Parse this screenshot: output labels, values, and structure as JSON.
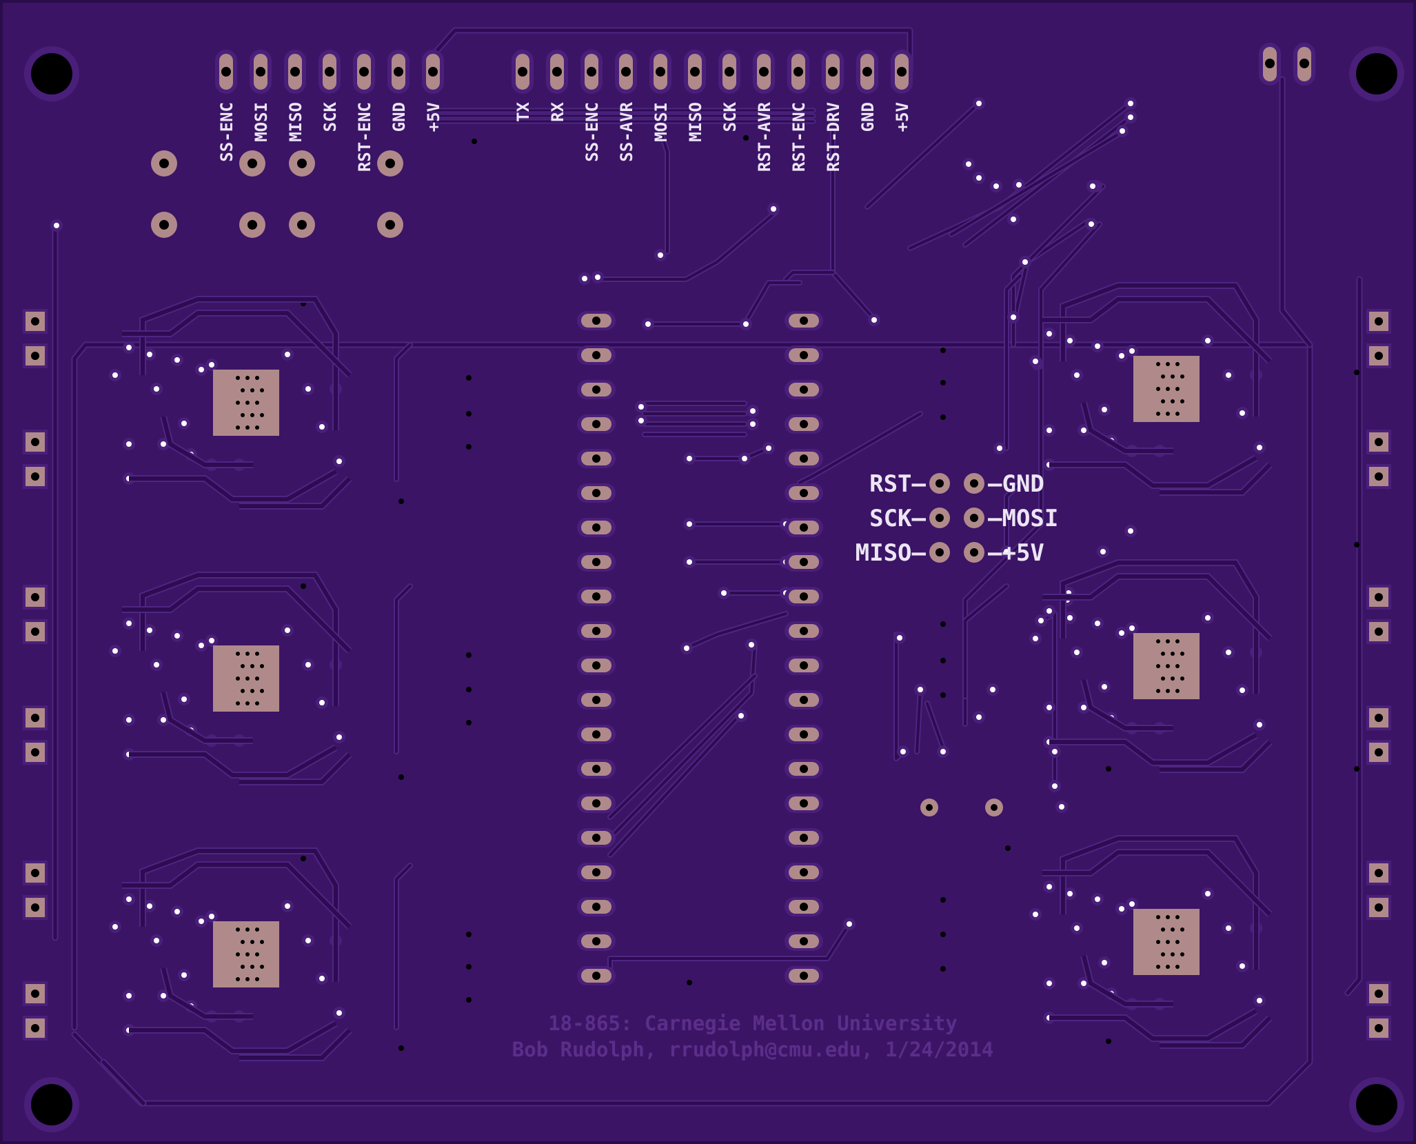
{
  "board": {
    "colors": {
      "substrate": "#3b1466",
      "copper_trace": "#2e0b52",
      "trace_edge": "#4e2682",
      "pad": "#b08a8a",
      "pad_ring": "#4a1f7a",
      "silkscreen": "#ece6f4",
      "hole": "#000000"
    },
    "header_left": {
      "labels": [
        "SS-ENC",
        "MOSI",
        "MISO",
        "SCK",
        "RST-ENC",
        "GND",
        "+5V"
      ]
    },
    "header_right": {
      "labels": [
        "TX",
        "RX",
        "SS-ENC",
        "SS-AVR",
        "MOSI",
        "MISO",
        "SCK",
        "RST-AVR",
        "RST-ENC",
        "RST-DRV",
        "GND",
        "+5V"
      ]
    },
    "isp_header": {
      "left_labels": [
        "RST—",
        "SCK—",
        "MISO—"
      ],
      "right_labels": [
        "—GND",
        "—MOSI",
        "—+5V"
      ]
    },
    "credits": {
      "line1": "18-865: Carnegie Mellon University",
      "line2": "Bob Rudolph, rrudolph@cmu.edu, 1/24/2014"
    },
    "mcu": {
      "pins_per_side": 20
    }
  }
}
